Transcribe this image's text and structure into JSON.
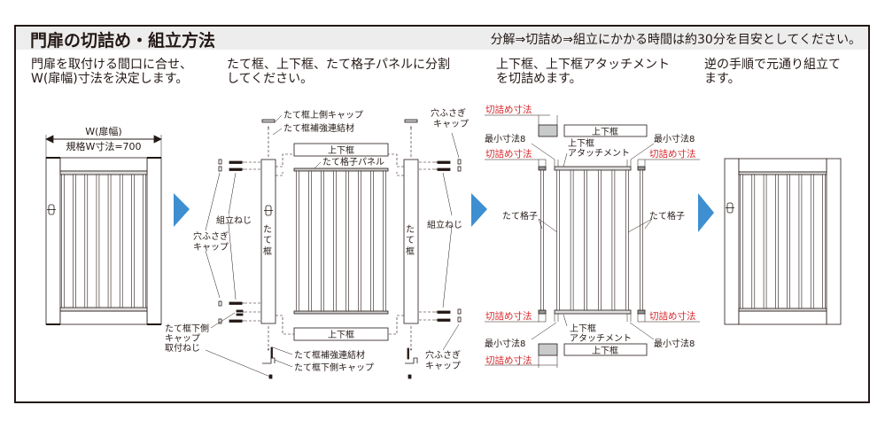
{
  "header": {
    "title": "門扉の切詰め・組立方法",
    "note": "分解⇒切詰め⇒組立にかかる時間は約30分を目安としてください。"
  },
  "colors": {
    "arrow": "#3d8fd1",
    "cut_label": "#d7262a",
    "line": "#231815",
    "header_bg": "#ededed",
    "cut_piece": "#c9caca"
  },
  "steps": [
    {
      "text": "門扉を取付ける間口に合せ、\nW(扉幅)寸法を決定します。"
    },
    {
      "text": "たて框、上下框、たて格子パネルに分割\nしてください。"
    },
    {
      "text": "上下框、上下框アタッチメント\nを切詰めます。"
    },
    {
      "text": "逆の手順で元通り組立て\nます。"
    }
  ],
  "step1": {
    "width_label": "W(扉幅)",
    "standard_label": "規格W寸法=700"
  },
  "step2": {
    "top_cap": "たて框上側キャップ",
    "reinforce_top": "たて框補強連結材",
    "rail_top": "上下框",
    "panel": "たて格子パネル",
    "hole_cap_left": "穴ふさぎ\nキャップ",
    "screw_left": "組立ねじ",
    "stile_left": "たて框",
    "stile_right": "たて框",
    "hole_cap_right_top": "穴ふさぎ\nキャップ",
    "screw_right": "組立ねじ",
    "bottom_cap_screw": "たて框下側\nキャップ\n取付ねじ",
    "rail_bottom": "上下框",
    "reinforce_bottom": "たて框補強連結材",
    "bottom_cap": "たて框下側キャップ",
    "hole_cap_right_bottom": "穴ふさぎ\nキャップ"
  },
  "step3": {
    "cut_dim_top": "切詰め寸法",
    "rail_top": "上下框",
    "min_left_top": "最小寸法8",
    "min_right_top": "最小寸法8",
    "attach_top": "上下框\nアタッチメント",
    "cut_left_top": "切詰め寸法",
    "cut_right_top": "切詰め寸法",
    "bar_left": "たて格子",
    "bar_right": "たて格子",
    "cut_left_bottom": "切詰め寸法",
    "cut_right_bottom": "切詰め寸法",
    "attach_bottom": "上下框\nアタッチメント",
    "min_left_bottom": "最小寸法8",
    "min_right_bottom": "最小寸法8",
    "rail_bottom": "上下框",
    "cut_dim_bottom": "切詰め寸法"
  }
}
